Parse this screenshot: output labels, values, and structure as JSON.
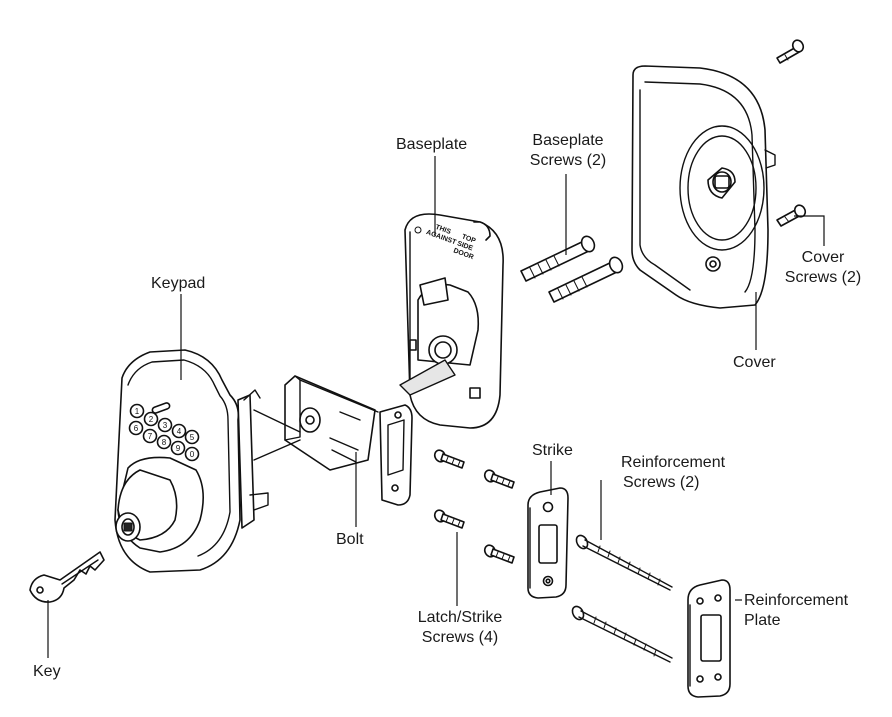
{
  "labels": {
    "keypad": "Keypad",
    "baseplate": "Baseplate",
    "baseplate_screws_1": "Baseplate",
    "baseplate_screws_2": "Screws (2)",
    "cover_screws_1": "Cover",
    "cover_screws_2": "Screws (2)",
    "cover": "Cover",
    "strike": "Strike",
    "reinforcement_screws_1": "Reinforcement",
    "reinforcement_screws_2": "Screws (2)",
    "reinforcement_plate_1": "Reinforcement",
    "reinforcement_plate_2": "Plate",
    "bolt": "Bolt",
    "latch_strike_screws_1": "Latch/Strike",
    "latch_strike_screws_2": "Screws (4)",
    "key": "Key"
  },
  "baseplate_marks": {
    "line1": "THIS",
    "line2": "AGAINST",
    "line3": "TOP",
    "line4": "SIDE",
    "line5": "DOOR"
  },
  "keypad_numbers": [
    "1",
    "2",
    "3",
    "4",
    "5",
    "6",
    "7",
    "8",
    "9",
    "0"
  ]
}
